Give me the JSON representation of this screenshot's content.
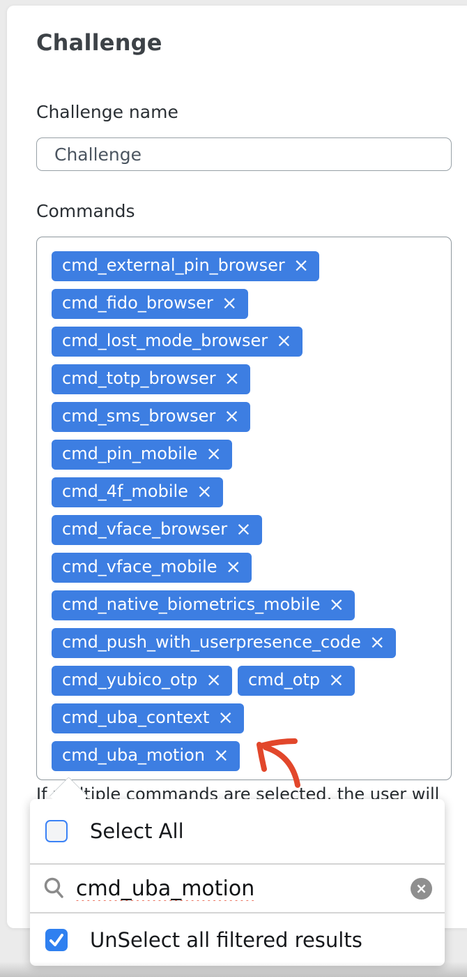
{
  "page": {
    "title": "Challenge"
  },
  "form": {
    "name_label": "Challenge name",
    "name_value": "Challenge",
    "commands_label": "Commands",
    "helper_text": "If multiple commands are selected, the user will"
  },
  "commands": {
    "remove_icon": "×",
    "rows": [
      [
        "cmd_external_pin_browser"
      ],
      [
        "cmd_fido_browser"
      ],
      [
        "cmd_lost_mode_browser"
      ],
      [
        "cmd_totp_browser"
      ],
      [
        "cmd_sms_browser"
      ],
      [
        "cmd_pin_mobile"
      ],
      [
        "cmd_4f_mobile"
      ],
      [
        "cmd_vface_browser"
      ],
      [
        "cmd_vface_mobile"
      ],
      [
        "cmd_native_biometrics_mobile"
      ],
      [
        "cmd_push_with_userpresence_code"
      ],
      [
        "cmd_yubico_otp",
        "cmd_otp"
      ],
      [
        "cmd_uba_context"
      ],
      [
        "cmd_uba_motion"
      ]
    ]
  },
  "dropdown": {
    "select_all": {
      "label": "Select All",
      "checked": false
    },
    "search": {
      "value": "cmd_uba_motion",
      "clear_icon": "×"
    },
    "unselect_filtered": {
      "label": "UnSelect all filtered results",
      "checked": true
    }
  },
  "colors": {
    "chip_blue": "#3D7EE2",
    "checkbox_blue": "#2F80F0",
    "checkbox_border_blue": "#3B82F6",
    "annotation_arrow_red": "#E2472B",
    "spellcheck_red": "#E8634D"
  }
}
